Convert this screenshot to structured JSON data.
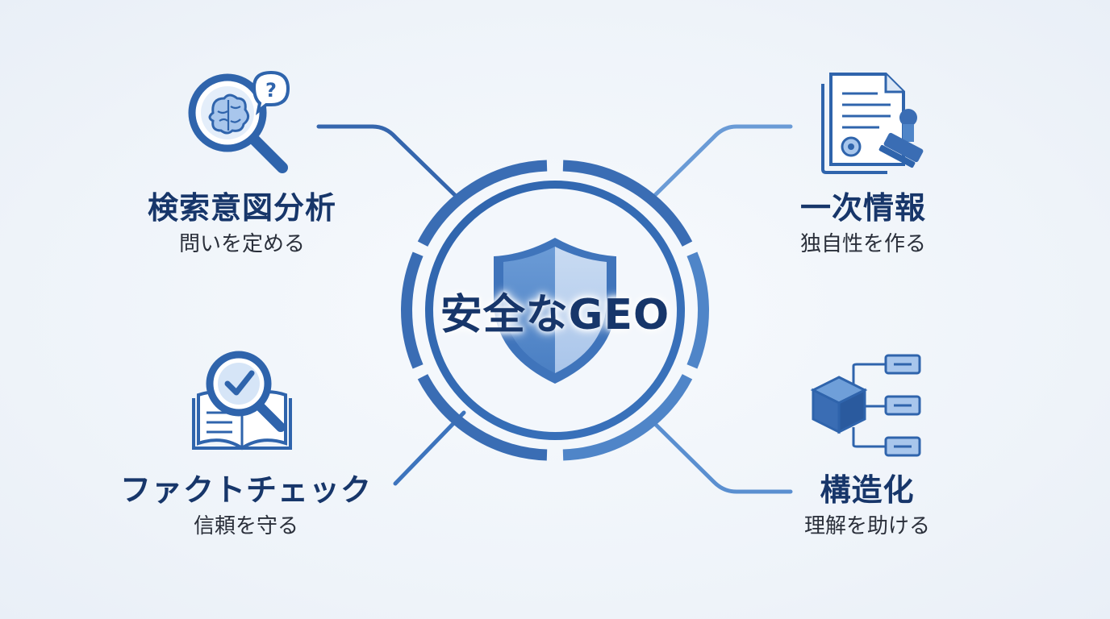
{
  "center": {
    "title": "安全なGEO"
  },
  "nodes": {
    "top_left": {
      "title": "検索意図分析",
      "subtitle": "問いを定める"
    },
    "top_right": {
      "title": "一次情報",
      "subtitle": "独自性を作る"
    },
    "bottom_left": {
      "title": "ファクトチェック",
      "subtitle": "信頼を守る"
    },
    "bottom_right": {
      "title": "構造化",
      "subtitle": "理解を助ける"
    }
  },
  "icons": {
    "top_left": "brain-magnifier-question-icon",
    "top_right": "certificate-document-stamp-icon",
    "bottom_left": "book-checkmark-magnifier-icon",
    "bottom_right": "cube-hierarchy-icon",
    "center": "shield-icon"
  },
  "colors": {
    "primary": "#2f64ac",
    "dark": "#17366a",
    "light": "#8eb4e3",
    "background": "#f1f5fa"
  }
}
